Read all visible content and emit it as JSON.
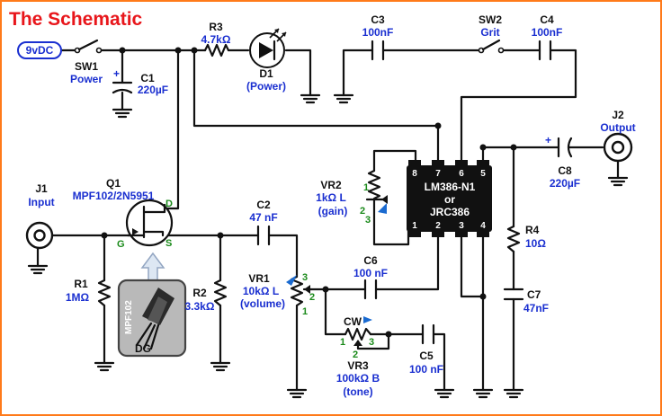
{
  "title": "The Schematic",
  "battery": "9vDC",
  "sw1": {
    "ref": "SW1",
    "value": "Power"
  },
  "c1": {
    "ref": "C1",
    "value": "220µF",
    "polarity": "+"
  },
  "r3": {
    "ref": "R3",
    "value": "4.7kΩ"
  },
  "d1": {
    "ref": "D1",
    "value": "(Power)"
  },
  "c3": {
    "ref": "C3",
    "value": "100nF"
  },
  "sw2": {
    "ref": "SW2",
    "value": "Grit"
  },
  "c4": {
    "ref": "C4",
    "value": "100nF"
  },
  "j2": {
    "ref": "J2",
    "value": "Output"
  },
  "c8": {
    "ref": "C8",
    "value": "220µF",
    "polarity": "+"
  },
  "j1": {
    "ref": "J1",
    "value": "Input"
  },
  "q1": {
    "ref": "Q1",
    "value": "MPF102/2N5951",
    "d": "D",
    "g": "G",
    "s": "S"
  },
  "c2": {
    "ref": "C2",
    "value": "47 nF"
  },
  "vr2": {
    "ref": "VR2",
    "value": "1kΩ L",
    "note": "(gain)",
    "p1": "1",
    "p2": "2",
    "p3": "3"
  },
  "ic": {
    "name": "LM386-N1",
    "or": "or",
    "alt": "JRC386",
    "p8": "8",
    "p7": "7",
    "p6": "6",
    "p5": "5",
    "p1": "1",
    "p2": "2",
    "p3": "3",
    "p4": "4"
  },
  "r4": {
    "ref": "R4",
    "value": "10Ω"
  },
  "r1": {
    "ref": "R1",
    "value": "1MΩ"
  },
  "r2": {
    "ref": "R2",
    "value": "3.3kΩ"
  },
  "vr1": {
    "ref": "VR1",
    "value": "10kΩ L",
    "note": "(volume)",
    "p1": "1",
    "p2": "2",
    "p3": "3"
  },
  "c6": {
    "ref": "C6",
    "value": "100 nF"
  },
  "c7": {
    "ref": "C7",
    "value": "47nF"
  },
  "vr3": {
    "ref": "VR3",
    "value": "100kΩ B",
    "note": "(tone)",
    "cw": "CW",
    "p1": "1",
    "p2": "2",
    "p3": "3"
  },
  "c5": {
    "ref": "C5",
    "value": "100 nF"
  },
  "package": {
    "label": "MPF102",
    "pins": "DG"
  },
  "colors": {
    "frame": "#ff7a1a",
    "title": "#e8161b",
    "label": "#1a2fd0",
    "pin_number": "#1a8a1a",
    "wire": "#111111"
  }
}
